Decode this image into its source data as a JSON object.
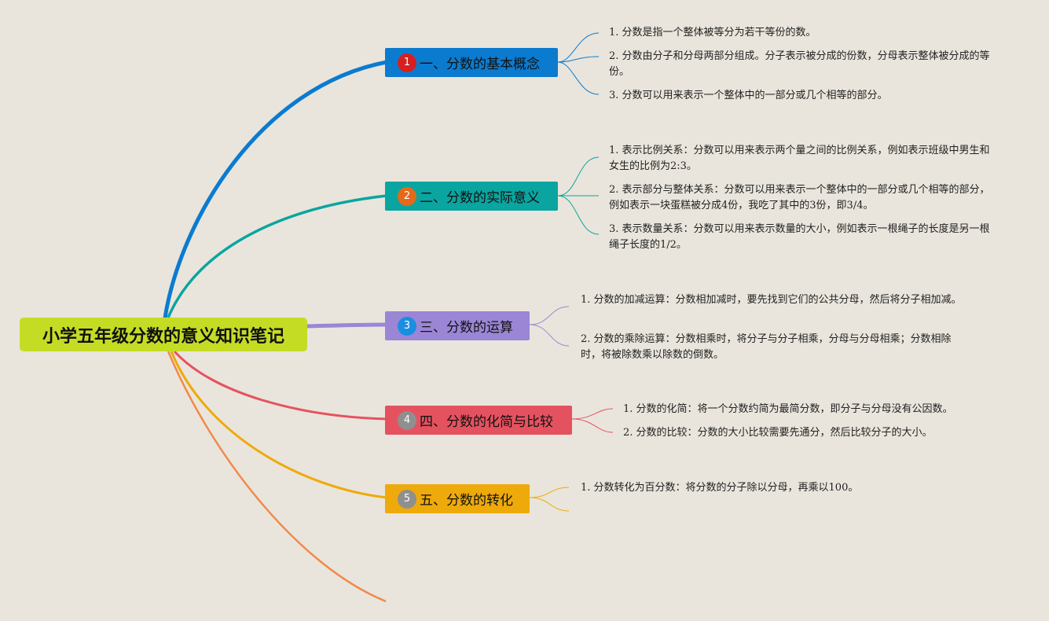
{
  "root": {
    "title": "小学五年级分数的意义知识笔记"
  },
  "branches": [
    {
      "num": "1",
      "title": "一、分数的基本概念",
      "color": "#0b7bd0",
      "badge": "#d62020",
      "items": [
        "1. 分数是指一个整体被等分为若干等份的数。",
        "2. 分数由分子和分母两部分组成。分子表示被分成的份数，分母表示整体被分成的等份。",
        "3. 分数可以用来表示一个整体中的一部分或几个相等的部分。"
      ]
    },
    {
      "num": "2",
      "title": "二、分数的实际意义",
      "color": "#0aa5a0",
      "badge": "#e46a1a",
      "items": [
        "1. 表示比例关系：分数可以用来表示两个量之间的比例关系，例如表示班级中男生和女生的比例为2:3。",
        "2. 表示部分与整体关系：分数可以用来表示一个整体中的一部分或几个相等的部分，例如表示一块蛋糕被分成4份，我吃了其中的3份，即3/4。",
        "3. 表示数量关系：分数可以用来表示数量的大小，例如表示一根绳子的长度是另一根绳子长度的1/2。"
      ]
    },
    {
      "num": "3",
      "title": "三、分数的运算",
      "color": "#9b86d6",
      "badge": "#1a8ee0",
      "items": [
        "1. 分数的加减运算：分数相加减时，要先找到它们的公共分母，然后将分子相加减。",
        "2. 分数的乘除运算：分数相乘时，将分子与分子相乘，分母与分母相乘；分数相除时，将被除数乘以除数的倒数。"
      ]
    },
    {
      "num": "4",
      "title": "四、分数的化简与比较",
      "color": "#e5525f",
      "badge": "#8f8f8f",
      "items": [
        "1. 分数的化简：将一个分数约简为最简分数，即分子与分母没有公因数。",
        "2. 分数的比较：分数的大小比较需要先通分，然后比较分子的大小。"
      ]
    },
    {
      "num": "5",
      "title": "五、分数的转化",
      "color": "#eeaa0a",
      "badge": "#8f8f8f",
      "items": [
        "1. 分数转化为百分数：将分数的分子除以分母，再乘以100。"
      ]
    }
  ],
  "colors": {
    "background": "#e9e5dc",
    "root": "#c5dc25",
    "extra_line": "#f08a4b"
  }
}
